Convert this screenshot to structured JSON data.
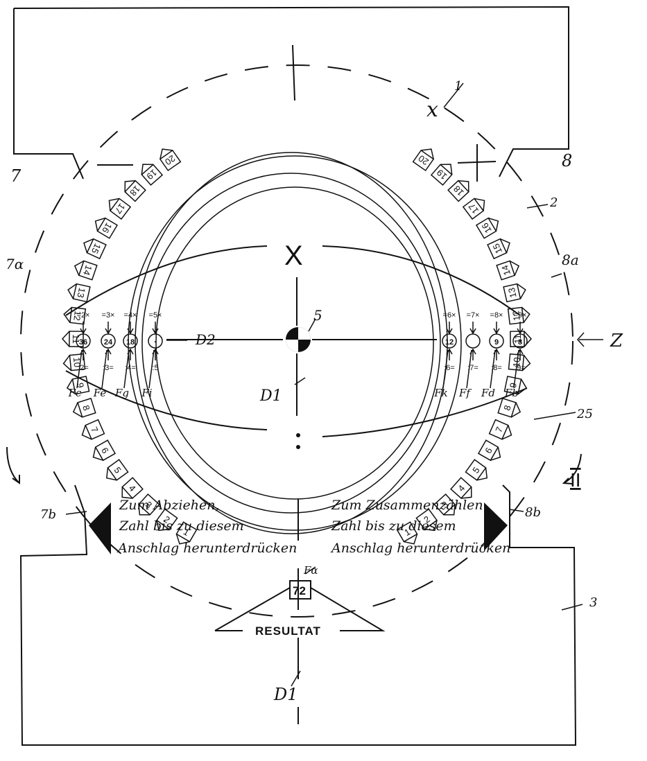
{
  "reference_labels": {
    "top_left_7": "7",
    "top_right_8": "8",
    "left_7a": "7α",
    "right_8a": "8a",
    "left_7b": "7b",
    "right_8b": "8b",
    "right_2": "2",
    "right_25": "25",
    "right_3": "3",
    "pointer_1": "1",
    "center_5": "5",
    "arrow_Z": "Z",
    "roman_II": "II",
    "D2": "D2",
    "D1_inner": "D1",
    "D1_lower": "D1",
    "Fa": "Fα"
  },
  "operators": {
    "plus": "+",
    "minus": "−",
    "times": "X",
    "divide": ":",
    "times_small": "x"
  },
  "left_scale_numbers": [
    "1",
    "2",
    "3",
    "4",
    "5",
    "6",
    "7",
    "8",
    "9",
    "10",
    "11",
    "12",
    "13",
    "14",
    "15",
    "16",
    "17",
    "18",
    "19",
    "20"
  ],
  "right_scale_numbers": [
    "1",
    "2",
    "3",
    "4",
    "5",
    "6",
    "7",
    "8",
    "9",
    "10",
    "11",
    "12",
    "13",
    "14",
    "15",
    "16",
    "17",
    "18",
    "19",
    "20"
  ],
  "left_windows": [
    {
      "mult": "=2×",
      "value": "36",
      "div": ":2=",
      "f": "Fc"
    },
    {
      "mult": "=3×",
      "value": "24",
      "div": ":3=",
      "f": "Fe"
    },
    {
      "mult": "=4×",
      "value": "18",
      "div": ":4=",
      "f": "Fg"
    },
    {
      "mult": "=5×",
      "value": "·",
      "div": ":5",
      "f": "Fi"
    }
  ],
  "right_windows": [
    {
      "mult": "=6×",
      "value": "12",
      "div": ":6=",
      "f": "Fk"
    },
    {
      "mult": "=7×",
      "value": "",
      "div": ":7=",
      "f": "Ff"
    },
    {
      "mult": "=8×",
      "value": "9",
      "div": ":8=",
      "f": "Fd"
    },
    {
      "mult": "=9×",
      "value": "8",
      "div": ":9=",
      "f": "Fb"
    }
  ],
  "instructions": {
    "left": [
      "Zum Abziehen,",
      "Zahl bis zu diesem",
      "Anschlag herunterdrücken"
    ],
    "right": [
      "Zum Zusammenzählen",
      "Zahl bis zu diesem",
      "Anschlag herunterdrücken"
    ]
  },
  "result": {
    "value": "72",
    "label": "RESULTAT"
  }
}
